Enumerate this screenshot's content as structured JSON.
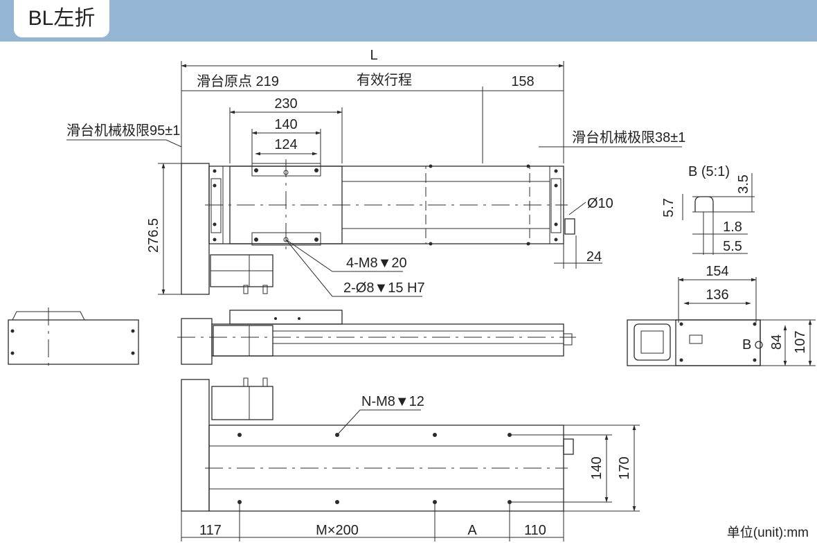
{
  "header": {
    "title": "BL左折"
  },
  "dims": {
    "L": "L",
    "origin": "滑台原点 219",
    "stroke": "有效行程",
    "d158": "158",
    "d230": "230",
    "d140top": "140",
    "d124": "124",
    "limit_left": "滑台机械极限95±1",
    "limit_right": "滑台机械极限38±1",
    "d276": "276.5",
    "phi10": "Ø10",
    "d24": "24",
    "m8_20": "4-M8▼20",
    "phi8": "2-Ø8▼15  H7",
    "detail_title": "B (5:1)",
    "d35": "3.5",
    "d57": "5.7",
    "d18": "1.8",
    "d55": "5.5",
    "d154": "154",
    "d136": "136",
    "labelB": "B",
    "d84": "84",
    "d107": "107",
    "nm8": "N-M8▼12",
    "d140side": "140",
    "d170": "170",
    "d117": "117",
    "mx200": "M×200",
    "dA": "A",
    "d110": "110"
  },
  "unit": "单位(unit):mm"
}
